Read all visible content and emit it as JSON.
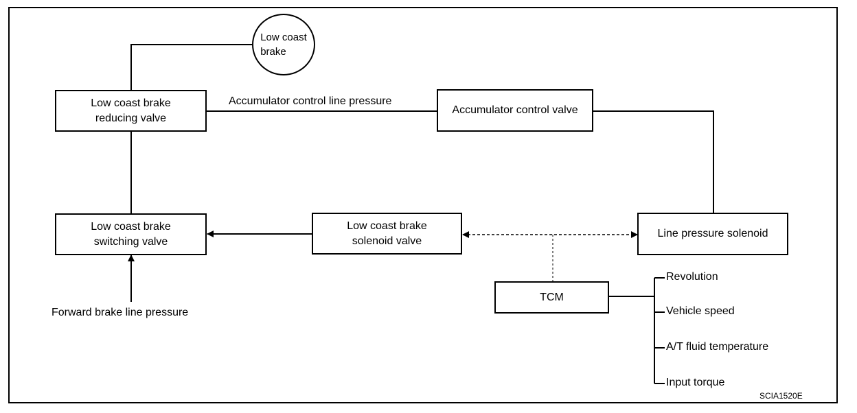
{
  "nodes": {
    "low_coast_brake_circle": {
      "line1": "Low coast",
      "line2": "brake"
    },
    "reducing_valve": {
      "line1": "Low coast brake",
      "line2": "reducing valve"
    },
    "accumulator_control_valve": {
      "label": "Accumulator control valve"
    },
    "switching_valve": {
      "line1": "Low coast brake",
      "line2": "switching valve"
    },
    "solenoid_valve": {
      "line1": "Low coast brake",
      "line2": "solenoid valve"
    },
    "line_pressure_solenoid": {
      "label": "Line pressure solenoid"
    },
    "tcm": {
      "label": "TCM"
    }
  },
  "edge_labels": {
    "accumulator_control_line_pressure": "Accumulator control line pressure",
    "forward_brake_line_pressure": "Forward brake line pressure"
  },
  "tcm_inputs": [
    "Revolution",
    "Vehicle speed",
    "A/T fluid temperature",
    "Input torque"
  ],
  "figure_code": "SCIA1520E"
}
